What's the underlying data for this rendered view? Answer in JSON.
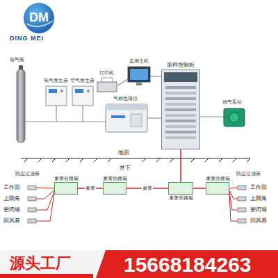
{
  "diagram": {
    "nodes": [
      {
        "text": [
          "采样控制柜"
        ]
      },
      {
        "text": [
          "束管分路箱"
        ]
      },
      {
        "text": [
          "束管分路箱"
        ]
      },
      {
        "text": [
          "束管分路箱"
        ]
      },
      {
        "text": [
          "束管分路箱"
        ]
      }
    ],
    "edges": [
      {
        "from": 0,
        "to": 3,
        "arrow": "none"
      },
      {
        "from": 1,
        "to": 2,
        "arrow": "none",
        "label": "束管"
      },
      {
        "from": 2,
        "to": 3,
        "arrow": "none",
        "label": "束管"
      },
      {
        "from": 3,
        "to": 4,
        "arrow": "none"
      }
    ],
    "labels": [
      "DM",
      "DING MEI",
      "氩气瓶",
      "氢气发生器",
      "空气发生器",
      "打印机",
      "监测主机",
      "气相色谱仪",
      "抽气泵站",
      "地面",
      "井下",
      "防尘过滤器",
      "工作面",
      "上隅角",
      "密闭墙",
      "回风巷",
      "防尘过滤器",
      "工作面",
      "上隅角",
      "密闭墙",
      "回风巷",
      "源头工厂",
      "15668184263"
    ]
  }
}
